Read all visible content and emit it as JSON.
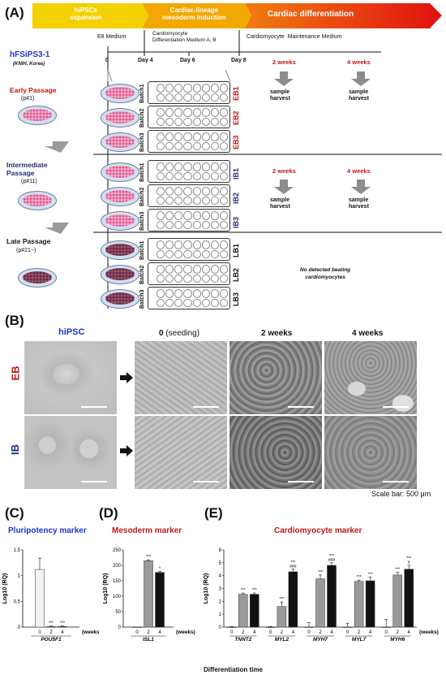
{
  "panelA": {
    "letter": "(A)",
    "phases": [
      {
        "label": "hiPSCs\nexpansion",
        "color": "#f3d000"
      },
      {
        "label": "Cardiac-lineage\nmesoderm induction",
        "color": "#f2a200"
      },
      {
        "label": "Cardiac differentiation",
        "color": "#e83a10"
      }
    ],
    "media": {
      "e8": "E8 Medium",
      "diff": "Cardiomyocyte\nDifferentiation Medium A, B",
      "maint": "Cardiomyocyte  Maintenance Medium"
    },
    "cell_line": "hFSiPS3-1",
    "cell_line_source": "(KNIH, Korea)",
    "timepoints": [
      "0",
      "Day 4",
      "Day 6",
      "Day 8"
    ],
    "harvest_weeks": [
      "2 weeks",
      "4 weeks"
    ],
    "sample_harvest": "sample\nharvest",
    "passages": [
      {
        "name": "Early Passage",
        "detail": "(p#1)",
        "groups": [
          "EB1",
          "EB2",
          "EB3"
        ]
      },
      {
        "name": "Intermediate\nPassage",
        "detail": "(p#11)",
        "groups": [
          "IB1",
          "IB2",
          "IB3"
        ]
      },
      {
        "name": "Late Passage",
        "detail": "(p#21~)",
        "groups": [
          "LB1",
          "LB2",
          "LB3"
        ]
      }
    ],
    "batches": [
      "Batch1",
      "Batch2",
      "Batch3"
    ],
    "no_beating": "No detected beating\ncardiomyocytes"
  },
  "panelB": {
    "letter": "(B)",
    "col_hipsc": "hiPSC",
    "col_seed_num": "0",
    "col_seed_txt": "(seeding)",
    "col_2w": "2 weeks",
    "col_4w": "4 weeks",
    "row_eb": "EB",
    "row_ib": "IB",
    "scale": "Scale bar: 500 μm"
  },
  "panelC": {
    "letter": "(C)",
    "title": "Pluripotency marker",
    "ylabel": "Log10 (RQ)",
    "gene": "POU5F1",
    "unit": "(weeks)"
  },
  "panelD": {
    "letter": "(D)",
    "title": "Mesoderm marker",
    "ylabel": "Log10 (RQ)",
    "gene": "ISL1",
    "unit": "(weeks)"
  },
  "panelE": {
    "letter": "(E)",
    "title": "Cardiomyocyte marker",
    "ylabel": "Log10 (RQ)",
    "unit": "(weeks)"
  },
  "xaxis_title": "Differentiation time",
  "chart_data": [
    {
      "type": "bar",
      "title": "Pluripotency marker",
      "ylabel": "Log10 (RQ)",
      "xlabel": "POU5F1",
      "categories": [
        "0",
        "2",
        "4"
      ],
      "values": [
        1.12,
        0.01,
        0.01
      ],
      "errors": [
        0.22,
        0.01,
        0.01
      ],
      "sig": [
        "",
        "***",
        "***"
      ],
      "colors": [
        "#f2f2f2",
        "#9a9a9a",
        "#111111"
      ],
      "ylim": [
        0,
        1.5
      ],
      "yticks": [
        0,
        0.5,
        1,
        1.5
      ]
    },
    {
      "type": "bar",
      "title": "Mesoderm marker",
      "ylabel": "Log10 (RQ)",
      "xlabel": "ISL1",
      "categories": [
        "0",
        "2",
        "4"
      ],
      "values": [
        0,
        215,
        177
      ],
      "errors": [
        0,
        3,
        3
      ],
      "sig": [
        "",
        "***",
        "*"
      ],
      "colors": [
        "#f2f2f2",
        "#9a9a9a",
        "#111111"
      ],
      "ylim": [
        0,
        250
      ],
      "yticks": [
        0,
        50,
        100,
        150,
        200,
        250
      ]
    },
    {
      "type": "bar",
      "title": "Cardiomyocyte marker",
      "ylabel": "Log10 (RQ)",
      "genes": [
        "TNNT2",
        "MYL2",
        "MYH7",
        "MYL7",
        "MYH6"
      ],
      "categories": [
        "0",
        "2",
        "4"
      ],
      "series": [
        {
          "gene": "TNNT2",
          "values": [
            0.0,
            2.55,
            2.55
          ],
          "errors": [
            0.05,
            0.1,
            0.1
          ],
          "sig": [
            "",
            "***",
            "***"
          ]
        },
        {
          "gene": "MYL2",
          "values": [
            0.0,
            1.6,
            4.3
          ],
          "errors": [
            0.05,
            0.35,
            0.2
          ],
          "sig": [
            "",
            "***",
            "***\n###"
          ]
        },
        {
          "gene": "MYH7",
          "values": [
            0.0,
            3.75,
            4.8
          ],
          "errors": [
            0.35,
            0.3,
            0.2
          ],
          "sig": [
            "",
            "***",
            "***\n###"
          ]
        },
        {
          "gene": "MYL7",
          "values": [
            0.0,
            3.55,
            3.6
          ],
          "errors": [
            0.3,
            0.1,
            0.3
          ],
          "sig": [
            "",
            "***",
            "***"
          ]
        },
        {
          "gene": "MYH6",
          "values": [
            0.0,
            4.05,
            4.5
          ],
          "errors": [
            0.6,
            0.2,
            0.3
          ],
          "sig": [
            "",
            "***",
            "***\n#"
          ]
        }
      ],
      "colors": [
        "#f2f2f2",
        "#9a9a9a",
        "#111111"
      ],
      "ylim": [
        0,
        6
      ],
      "yticks": [
        0,
        1,
        2,
        3,
        4,
        5,
        6
      ]
    }
  ]
}
